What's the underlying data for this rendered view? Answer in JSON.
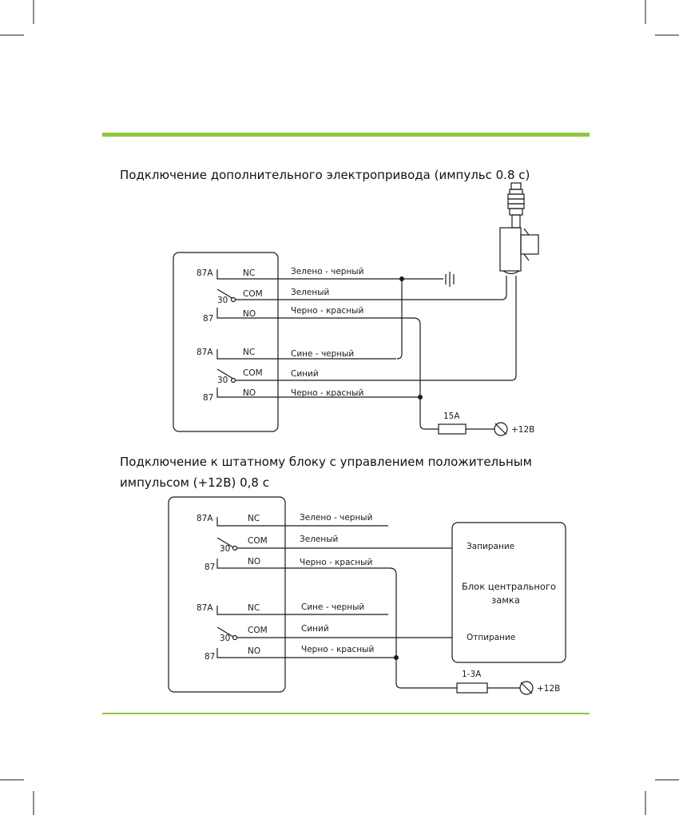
{
  "colors": {
    "accent_bar": "#8dc63f",
    "line": "#1a1a1a"
  },
  "diagram1": {
    "title": "Подключение дополнительного электропривода (импульс 0.8 с)",
    "relay1": {
      "pin_nc": "87A",
      "pin_com": "30",
      "pin_no": "87",
      "nc": "NC",
      "com": "COM",
      "no": "NO"
    },
    "relay2": {
      "pin_nc": "87A",
      "pin_com": "30",
      "pin_no": "87",
      "nc": "NC",
      "com": "COM",
      "no": "NO"
    },
    "wires": [
      "Зелено - черный",
      "Зеленый",
      "Черно - красный",
      "Сине - черный",
      "Синий",
      "Черно - красный"
    ],
    "fuse": "15A",
    "power": "+12В"
  },
  "diagram2": {
    "title_line1": "Подключение к штатному блоку с управлением положительным",
    "title_line2": "импульсом (+12В) 0,8 с",
    "relay1": {
      "pin_nc": "87A",
      "pin_com": "30",
      "pin_no": "87",
      "nc": "NC",
      "com": "COM",
      "no": "NO"
    },
    "relay2": {
      "pin_nc": "87A",
      "pin_com": "30",
      "pin_no": "87",
      "nc": "NC",
      "com": "COM",
      "no": "NO"
    },
    "wires": [
      "Зелено - черный",
      "Зеленый",
      "Черно - красный",
      "Сине - черный",
      "Синий",
      "Черно - красный"
    ],
    "block": {
      "lock": "Запирание",
      "name_line1": "Блок центрального",
      "name_line2": "замка",
      "unlock": "Отпирание"
    },
    "fuse": "1-3A",
    "power": "+12В"
  }
}
